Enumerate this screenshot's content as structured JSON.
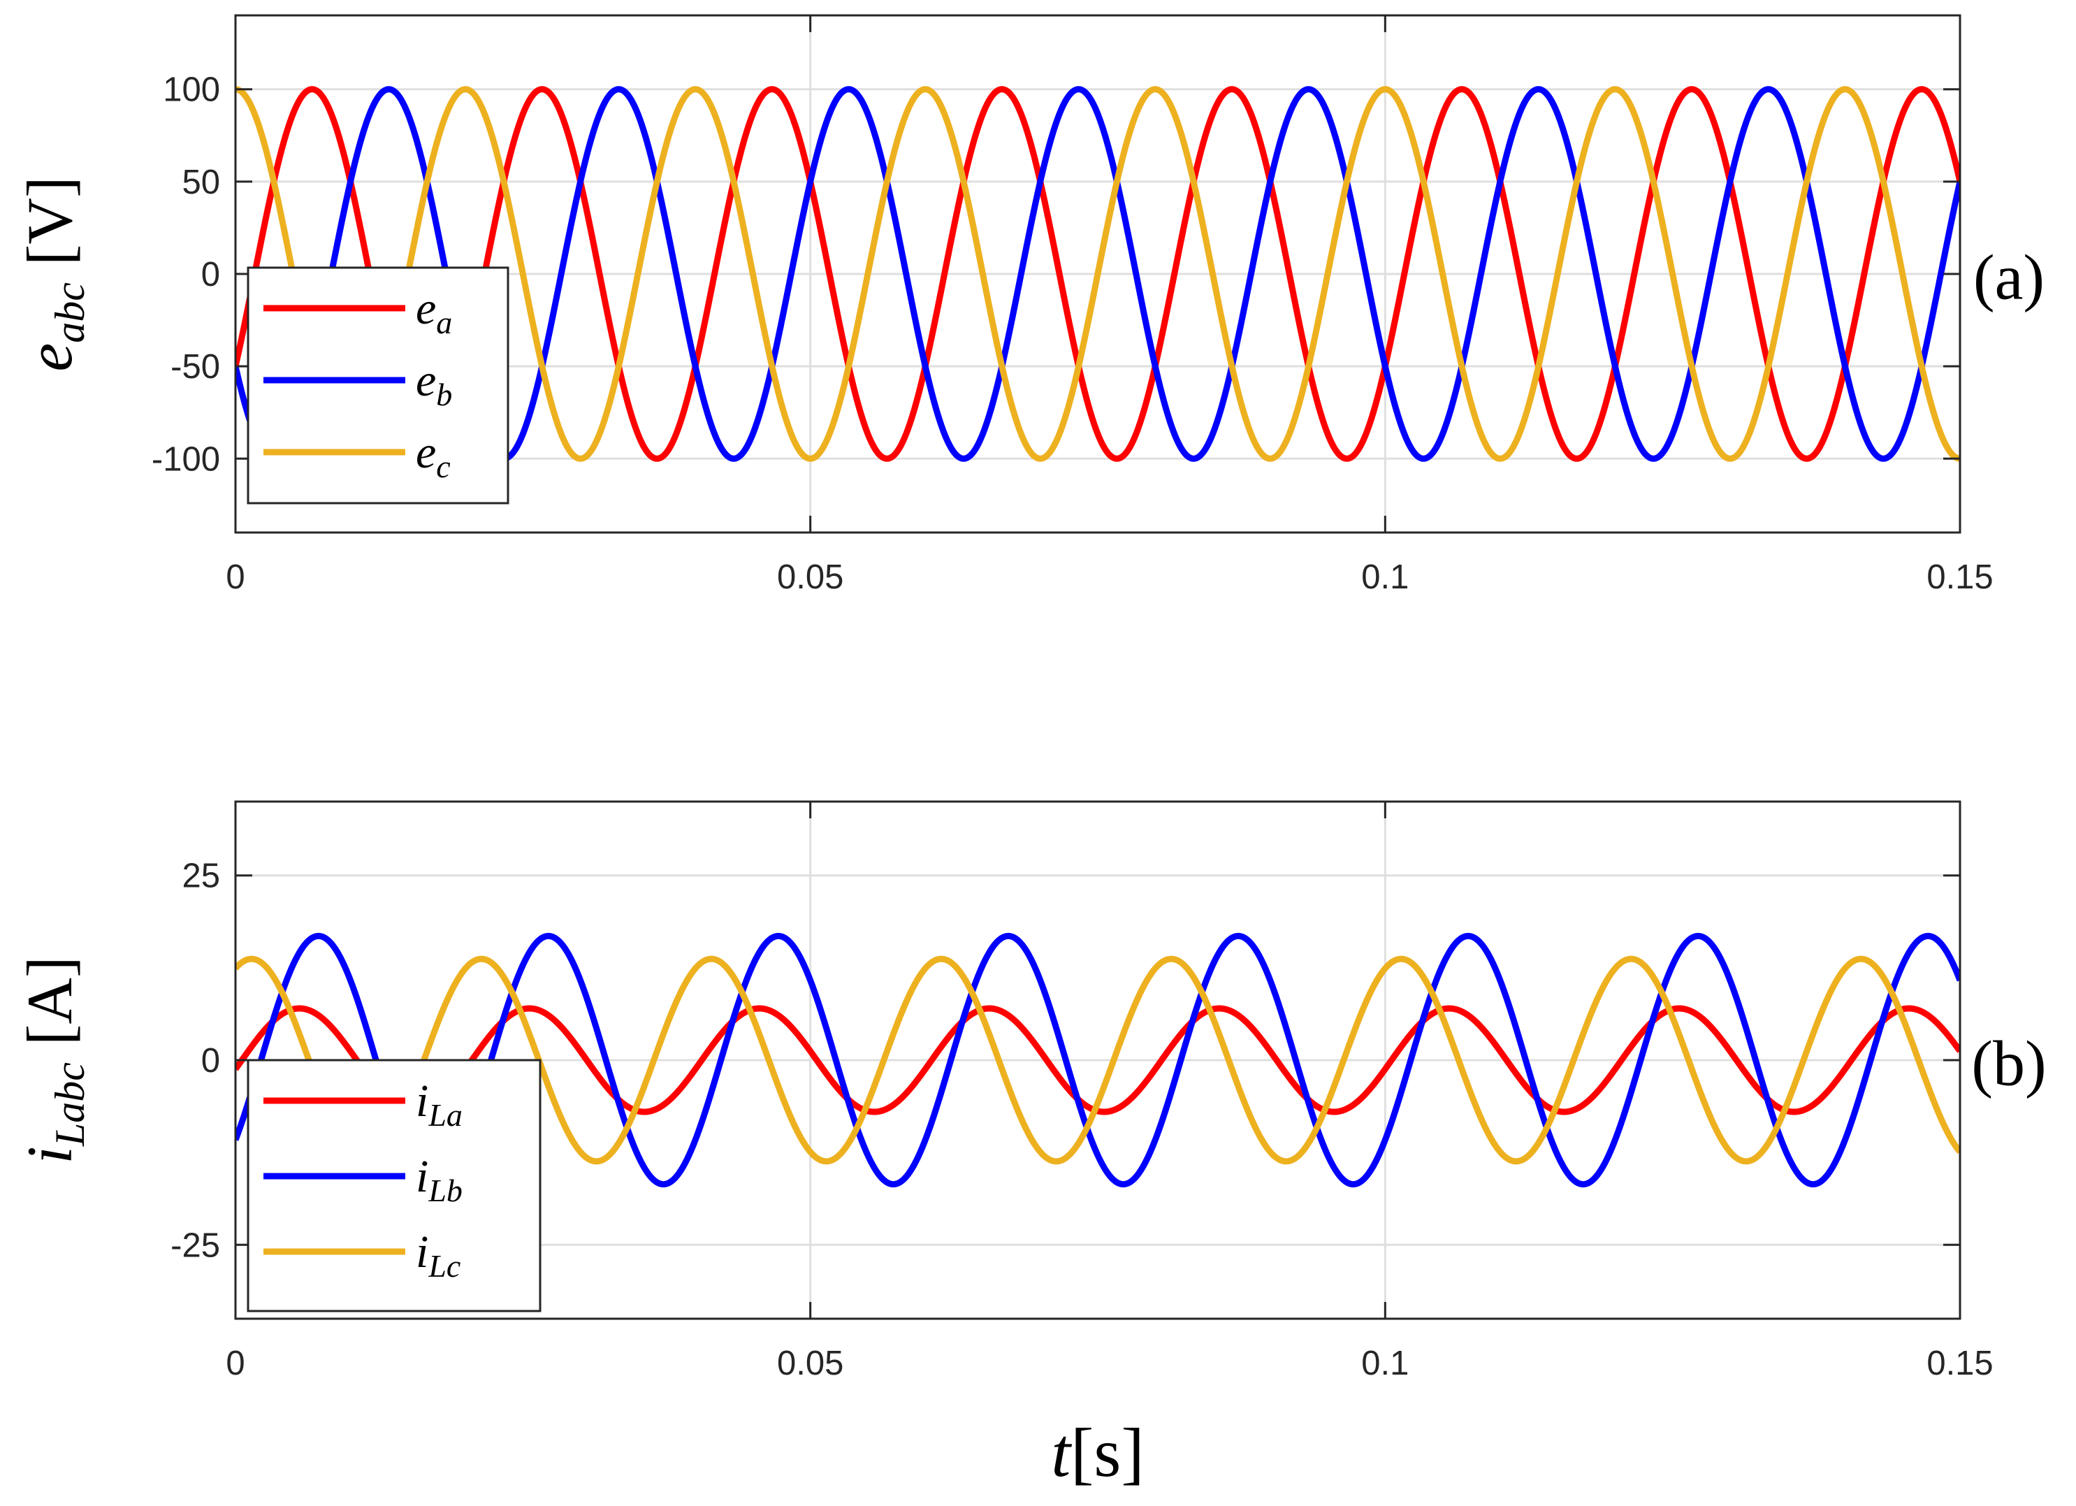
{
  "chart_data": [
    {
      "type": "line",
      "ylabel": "e_abc [V]",
      "ylabel_parts": {
        "symbol": "e",
        "subscript": "abc",
        "unit": "[V]"
      },
      "panel_label": "(a)",
      "xlim": [
        0,
        0.15
      ],
      "ylim": [
        -140,
        140
      ],
      "xticks": [
        0,
        0.05,
        0.1,
        0.15
      ],
      "xtick_labels": [
        "0",
        "0.05",
        "0.1",
        "0.15"
      ],
      "yticks": [
        100,
        50,
        0,
        -50,
        -100
      ],
      "ytick_labels": [
        "100",
        "50",
        "0",
        "-50",
        "-100"
      ],
      "grid": true,
      "legend_placement": "left",
      "series": [
        {
          "name": "e_a",
          "label_symbol": "e",
          "label_sub": "a",
          "color": "#ff0000",
          "amplitude": 100,
          "frequency_hz": 50,
          "phase_deg": -30
        },
        {
          "name": "e_b",
          "label_symbol": "e",
          "label_sub": "b",
          "color": "#0000ff",
          "amplitude": 100,
          "frequency_hz": 50,
          "phase_deg": -150
        },
        {
          "name": "e_c",
          "label_symbol": "e",
          "label_sub": "c",
          "color": "#edb120",
          "amplitude": 100,
          "frequency_hz": 50,
          "phase_deg": 90
        }
      ]
    },
    {
      "type": "line",
      "ylabel": "i_Labc [A]",
      "ylabel_parts": {
        "symbol": "i",
        "subscript": "Labc",
        "unit": "[A]"
      },
      "panel_label": "(b)",
      "xlabel": "t[s]",
      "xlabel_parts": {
        "symbol": "t",
        "unit": "[s]"
      },
      "xlim": [
        0,
        0.15
      ],
      "ylim": [
        -35,
        35
      ],
      "xticks": [
        0,
        0.05,
        0.1,
        0.15
      ],
      "xtick_labels": [
        "0",
        "0.05",
        "0.1",
        "0.15"
      ],
      "yticks": [
        25,
        0,
        -25
      ],
      "ytick_labels": [
        "25",
        "0",
        "-25"
      ],
      "grid": true,
      "legend_placement": "left",
      "series": [
        {
          "name": "i_La",
          "label_symbol": "i",
          "label_sub": "La",
          "color": "#ff0000",
          "amplitude": 7,
          "frequency_hz": 50,
          "phase_deg": -10
        },
        {
          "name": "i_Lb",
          "label_symbol": "i",
          "label_sub": "Lb",
          "color": "#0000ff",
          "amplitude": 16.8,
          "frequency_hz": 50,
          "phase_deg": -40
        },
        {
          "name": "i_Lc",
          "label_symbol": "i",
          "label_sub": "Lc",
          "color": "#edb120",
          "amplitude": 13.7,
          "frequency_hz": 50,
          "phase_deg": 65
        }
      ]
    }
  ]
}
